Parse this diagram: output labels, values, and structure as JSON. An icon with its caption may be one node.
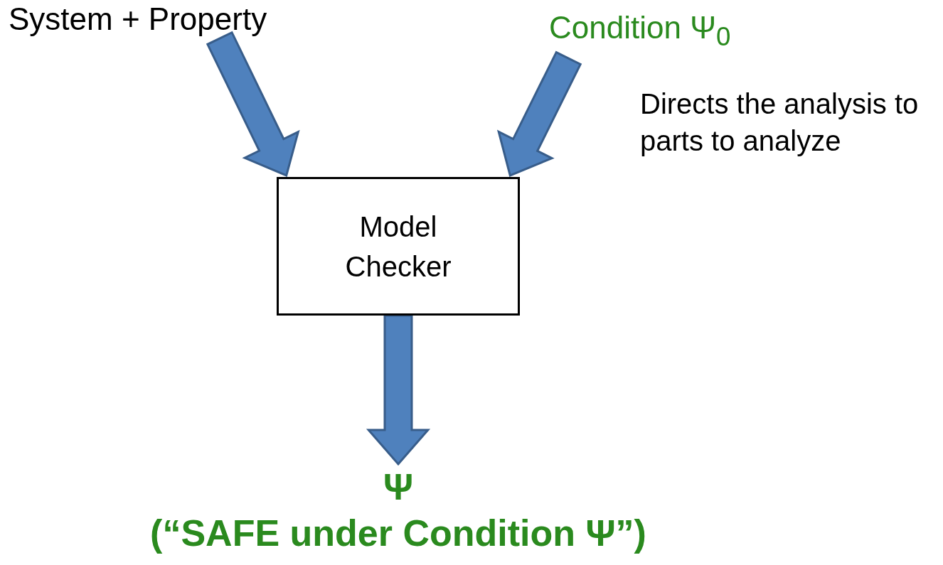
{
  "diagram": {
    "nodes": [
      {
        "text": [
          "System + Property"
        ]
      },
      {
        "text": [
          "Condition Ψ$_{0}$"
        ],
        "beside": [
          "Directs the analysis to parts to analyze"
        ]
      },
      {
        "text": [
          "Model Checker"
        ]
      },
      {
        "text": [
          "Ψ",
          "(“SAFE under Condition Ψ”)"
        ]
      }
    ],
    "edges": [
      {
        "from": 0,
        "to": 2,
        "arrow": "to",
        "style": "thick"
      },
      {
        "from": 1,
        "to": 2,
        "arrow": "to",
        "style": "thick"
      },
      {
        "from": 2,
        "to": 3,
        "arrow": "to",
        "style": "thick"
      }
    ]
  }
}
